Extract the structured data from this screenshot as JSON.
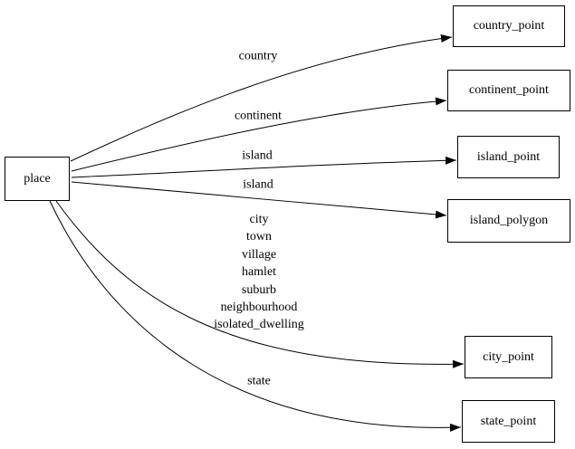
{
  "graph": {
    "nodes": {
      "place": "place",
      "country_point": "country_point",
      "continent_point": "continent_point",
      "island_point": "island_point",
      "island_polygon": "island_polygon",
      "city_point": "city_point",
      "state_point": "state_point"
    },
    "edge_labels": {
      "country": "country",
      "continent": "continent",
      "island_to_point": "island",
      "island_to_polygon": "island",
      "city_lines": [
        "city",
        "town",
        "village",
        "hamlet",
        "suburb",
        "neighbourhood",
        "isolated_dwelling"
      ],
      "state": "state"
    },
    "colors": {
      "background": "#ffffff",
      "node_border": "#000000",
      "edge": "#000000",
      "text": "#000000"
    }
  }
}
